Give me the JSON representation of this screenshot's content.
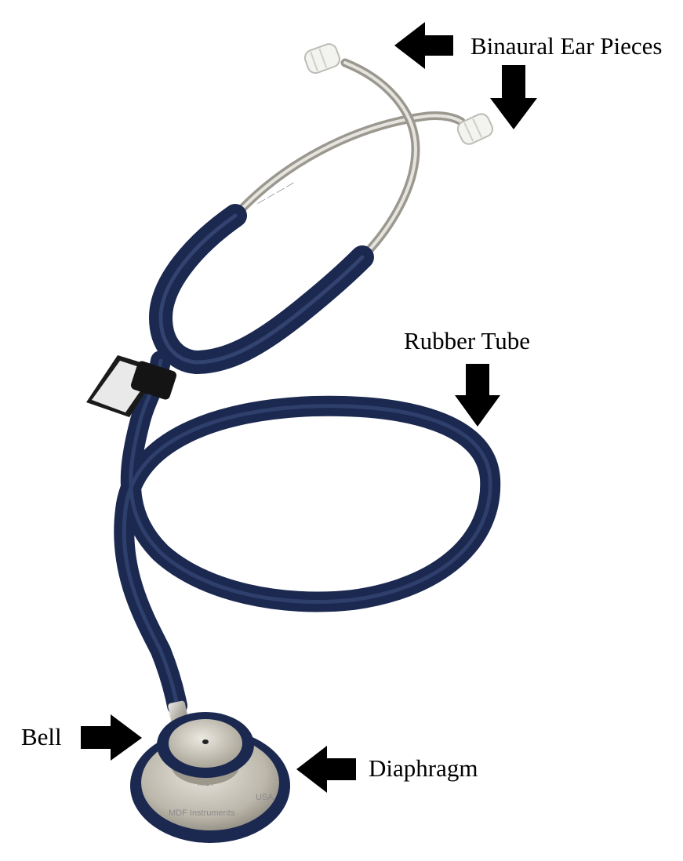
{
  "labels": {
    "earpieces": "Binaural Ear Pieces",
    "tube": "Rubber Tube",
    "bell": "Bell",
    "diaphragm": "Diaphragm"
  },
  "chestpiece_engraving": {
    "maker_top": "MDF",
    "maker_bottom": "MDF Instruments",
    "country": "USA"
  },
  "icons": {
    "arrow": "arrow-icon",
    "stethoscope": "stethoscope-icon"
  },
  "colors": {
    "tube": "#1b2850",
    "tube_highlight": "#3c4e7e",
    "metal": "#b9b6ae",
    "metal_light": "#e4e2dc",
    "arrow": "#000000",
    "background": "#ffffff"
  }
}
